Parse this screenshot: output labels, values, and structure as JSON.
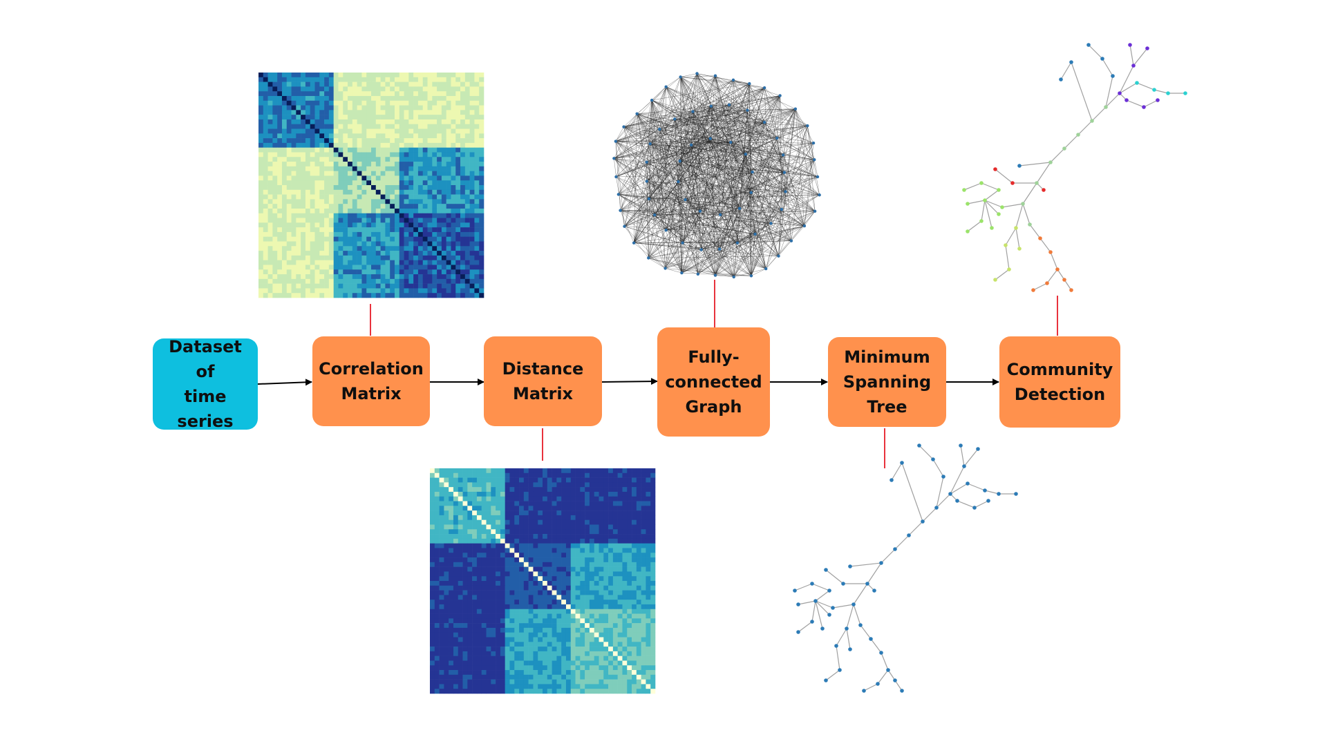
{
  "colors": {
    "source_node": "#0ebfdf",
    "process_node": "#ff914d",
    "arrow": "#000000",
    "connector": "#e8323c",
    "graph_edge": "#1a1a1a",
    "graph_node": "#2d6fa8",
    "tree_edge": "#a0a0a0",
    "tree_node": "#2c7bb6",
    "heatmap_low": "#ffffd9",
    "heatmap_mid": "#41b6c4",
    "heatmap_high": "#081d58"
  },
  "pipeline": {
    "steps": [
      {
        "label": "Dataset\nof\ntime series",
        "kind": "source"
      },
      {
        "label": "Correlation\nMatrix",
        "kind": "process"
      },
      {
        "label": "Distance\nMatrix",
        "kind": "process"
      },
      {
        "label": "Fully-\nconnected\nGraph",
        "kind": "process"
      },
      {
        "label": "Minimum\nSpanning\nTree",
        "kind": "process"
      },
      {
        "label": "Community\nDetection",
        "kind": "process"
      }
    ]
  },
  "community_colors": [
    "#6b2fd6",
    "#2bd1d1",
    "#e52b2b",
    "#9be36a",
    "#c7e36b",
    "#f07b3b"
  ]
}
